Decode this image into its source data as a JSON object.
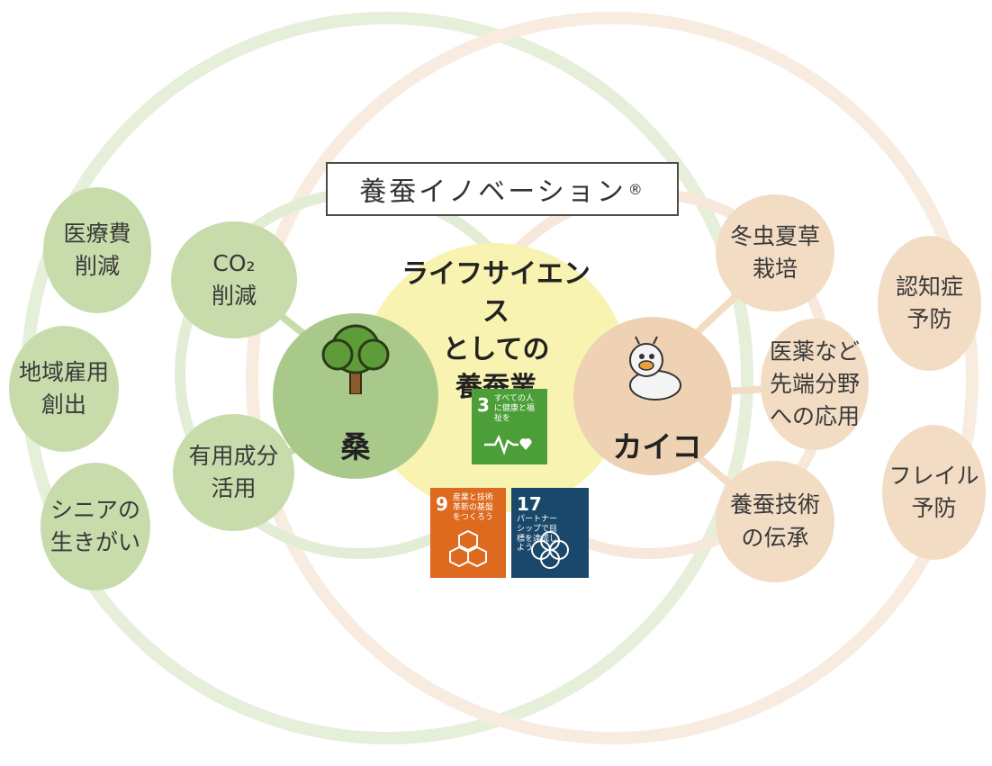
{
  "title": {
    "text": "養蚕イノベーション",
    "mark": "®"
  },
  "center": {
    "line1": "ライフサイエンス",
    "line2": "としての",
    "line3": "養蚕業"
  },
  "hubs": {
    "left": "桑",
    "right": "カイコ"
  },
  "left_inner": [
    {
      "l1": "CO₂",
      "l2": "削減"
    },
    {
      "l1": "有用成分",
      "l2": "活用"
    }
  ],
  "left_outer": [
    {
      "l1": "医療費",
      "l2": "削減"
    },
    {
      "l1": "地域雇用",
      "l2": "創出"
    },
    {
      "l1": "シニアの",
      "l2": "生きがい"
    }
  ],
  "right_inner": [
    {
      "l1": "冬虫夏草",
      "l2": "栽培"
    },
    {
      "l1": "医薬など",
      "l2": "先端分野",
      "l3": "への応用"
    },
    {
      "l1": "養蚕技術",
      "l2": "の伝承"
    }
  ],
  "right_outer": [
    {
      "l1": "認知症",
      "l2": "予防"
    },
    {
      "l1": "フレイル",
      "l2": "予防"
    }
  ],
  "sdgs": [
    {
      "num": "3",
      "text": "すべての人に健康と福祉を",
      "color": "#4c9f38"
    },
    {
      "num": "9",
      "text": "産業と技術革新の基盤をつくろう",
      "color": "#dd6a1f"
    },
    {
      "num": "17",
      "text": "パートナーシップで目標を達成しよう",
      "color": "#19486a"
    }
  ],
  "colors": {
    "green_bubble": "#c7dcaa",
    "hub_green": "#a9c98a",
    "peach_bubble": "#f3dcc4",
    "hub_peach": "#efd2b3",
    "center_yellow": "#f8f3b0"
  },
  "icons": [
    "tree-icon",
    "silkworm-icon",
    "heartbeat-icon",
    "cubes-icon",
    "flower-rings-icon"
  ]
}
